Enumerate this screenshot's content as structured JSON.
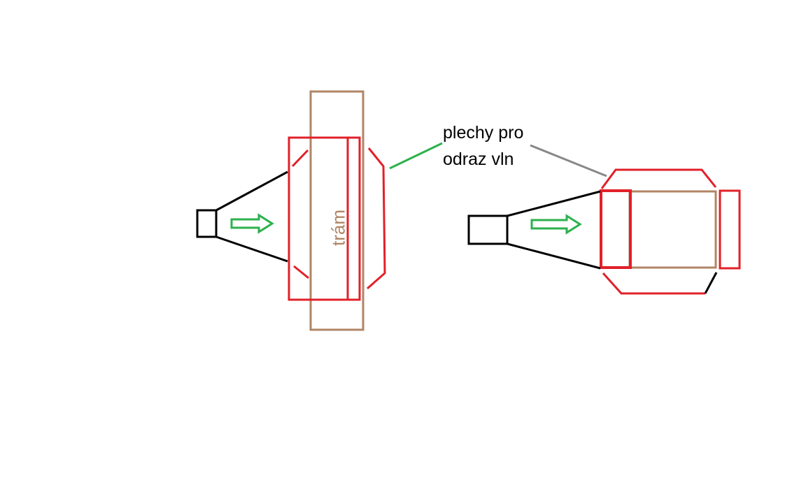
{
  "annotation": {
    "line1": "plechy pro",
    "line2": "odraz vln"
  },
  "beam_label": "trám",
  "colors": {
    "sheet_metal": "#e22029",
    "beam": "#b08565",
    "speaker": "#000000",
    "arrow": "#2db14d",
    "leader_left": "#2db14d",
    "leader_right": "#888888"
  }
}
